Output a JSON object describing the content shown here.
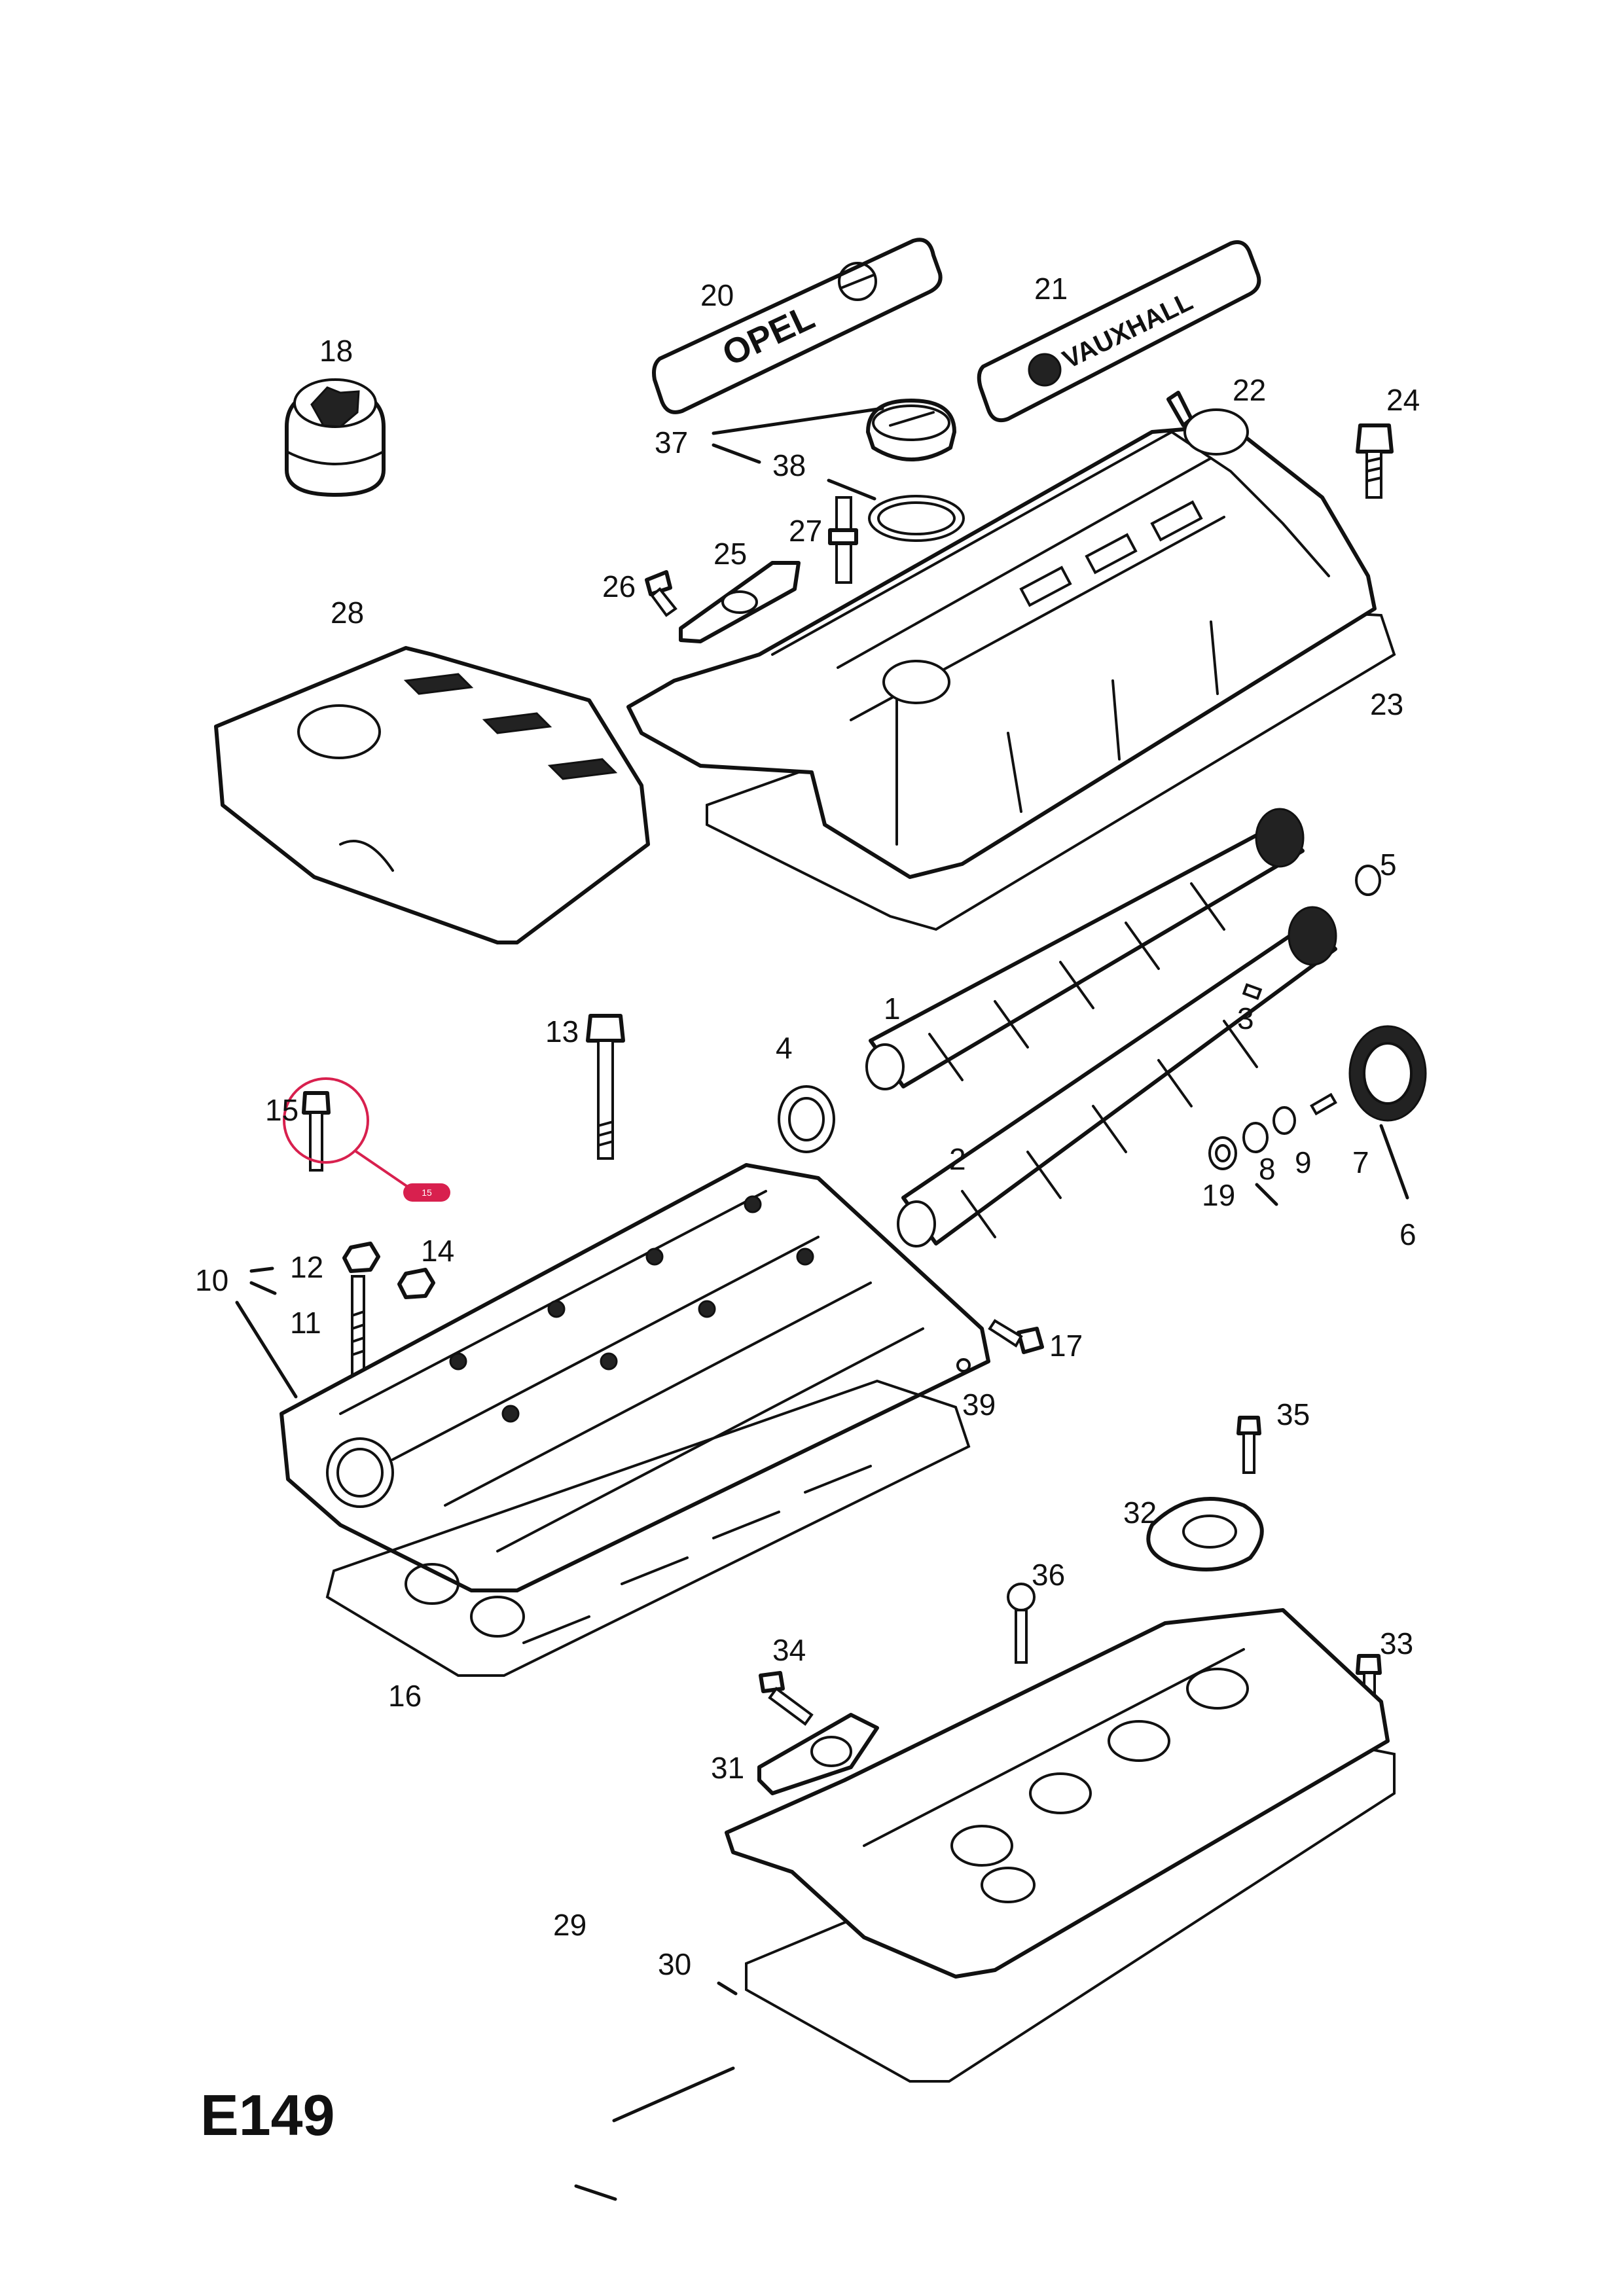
{
  "page_code": "E149",
  "logo_text": {
    "opel_plate": "OPEL",
    "vauxhall_plate": "VAUXHALL"
  },
  "colors": {
    "ink": "#111111",
    "paper": "#ffffff",
    "highlight": "#d8204e"
  },
  "highlight": {
    "part": "15",
    "marker_label": "15"
  },
  "callouts": {
    "c1": "1",
    "c2": "2",
    "c3": "3",
    "c4": "4",
    "c5": "5",
    "c6": "6",
    "c7": "7",
    "c8": "8",
    "c9": "9",
    "c10": "10",
    "c11": "11",
    "c12": "12",
    "c13": "13",
    "c14": "14",
    "c15": "15",
    "c16": "16",
    "c17": "17",
    "c18": "18",
    "c19": "19",
    "c20": "20",
    "c21": "21",
    "c22": "22",
    "c23": "23",
    "c24": "24",
    "c25": "25",
    "c26": "26",
    "c27": "27",
    "c28": "28",
    "c29": "29",
    "c30": "30",
    "c31": "31",
    "c32": "32",
    "c33": "33",
    "c34": "34",
    "c35": "35",
    "c36": "36",
    "c37": "37",
    "c38": "38",
    "c39": "39"
  }
}
